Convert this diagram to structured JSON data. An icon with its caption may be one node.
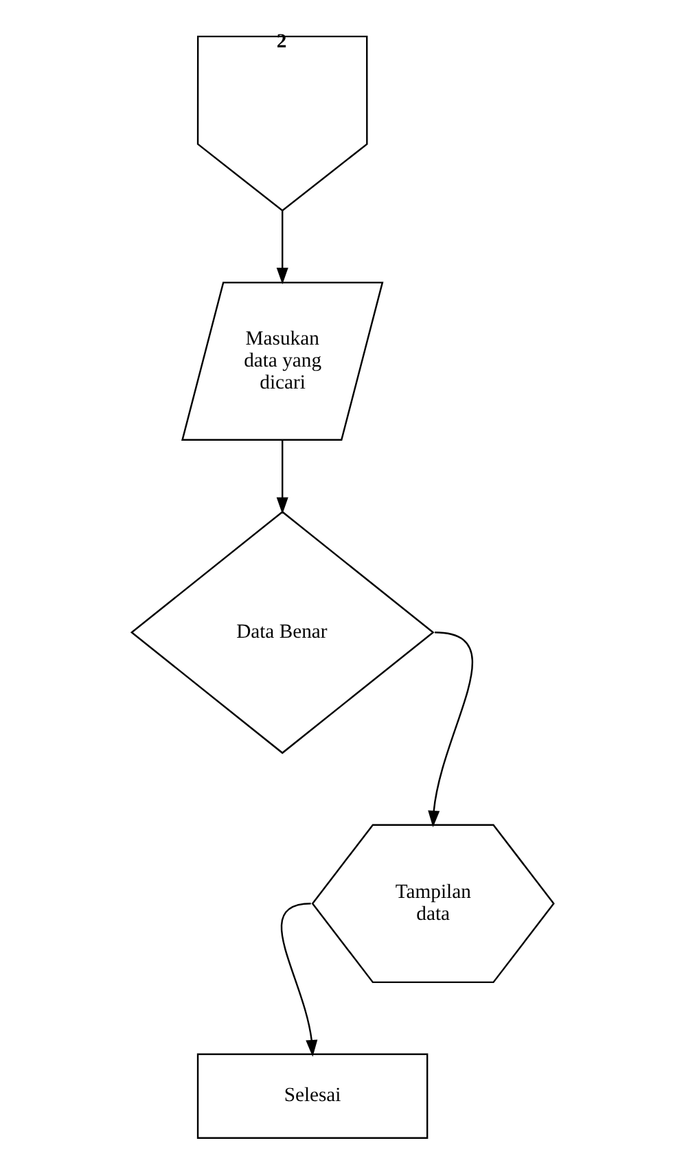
{
  "diagram": {
    "nodes": [
      {
        "text": [
          "2"
        ]
      },
      {
        "text": [
          "Masukan data yang dicari"
        ]
      },
      {
        "text": [
          "Data Benar"
        ]
      },
      {
        "text": [
          "Tampilan data"
        ]
      },
      {
        "text": [
          "Selesai"
        ]
      }
    ],
    "edges": [
      {
        "from": 0,
        "to": 1,
        "arrow": "to"
      },
      {
        "from": 1,
        "to": 2,
        "arrow": "to"
      },
      {
        "from": 2,
        "to": 3,
        "arrow": "to"
      },
      {
        "from": 3,
        "to": 4,
        "arrow": "to"
      }
    ]
  }
}
